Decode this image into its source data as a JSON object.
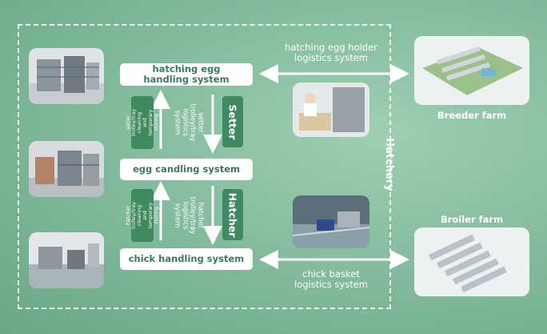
{
  "systems": {
    "hatching_egg": "hatching egg\nhandling system",
    "egg_candling": "egg candling system",
    "chick_handling": "chick handling system"
  },
  "stages": {
    "setter": "Setter",
    "hatcher": "Hatcher"
  },
  "logistics": {
    "setter_trolley": "setter\ntrolley/tray\nlogistics\nsystem",
    "hatcher_trolley": "hatcher\ntrolley/tray\nlogistics\nsystem",
    "setter_cleaning": "setter trolley/tray\ncleaning and\ntemporary storing",
    "hatcher_cleaning": "hatcher trolley/tray\ncleaning and\ntemporary storing",
    "egg_holder": "hatching egg holder\nlogistics system",
    "chick_basket": "chick basket\nlogistics system"
  },
  "hatchery": "Hatchery",
  "farms": {
    "breeder": "Breeder farm",
    "broiler": "Broiler farm"
  }
}
